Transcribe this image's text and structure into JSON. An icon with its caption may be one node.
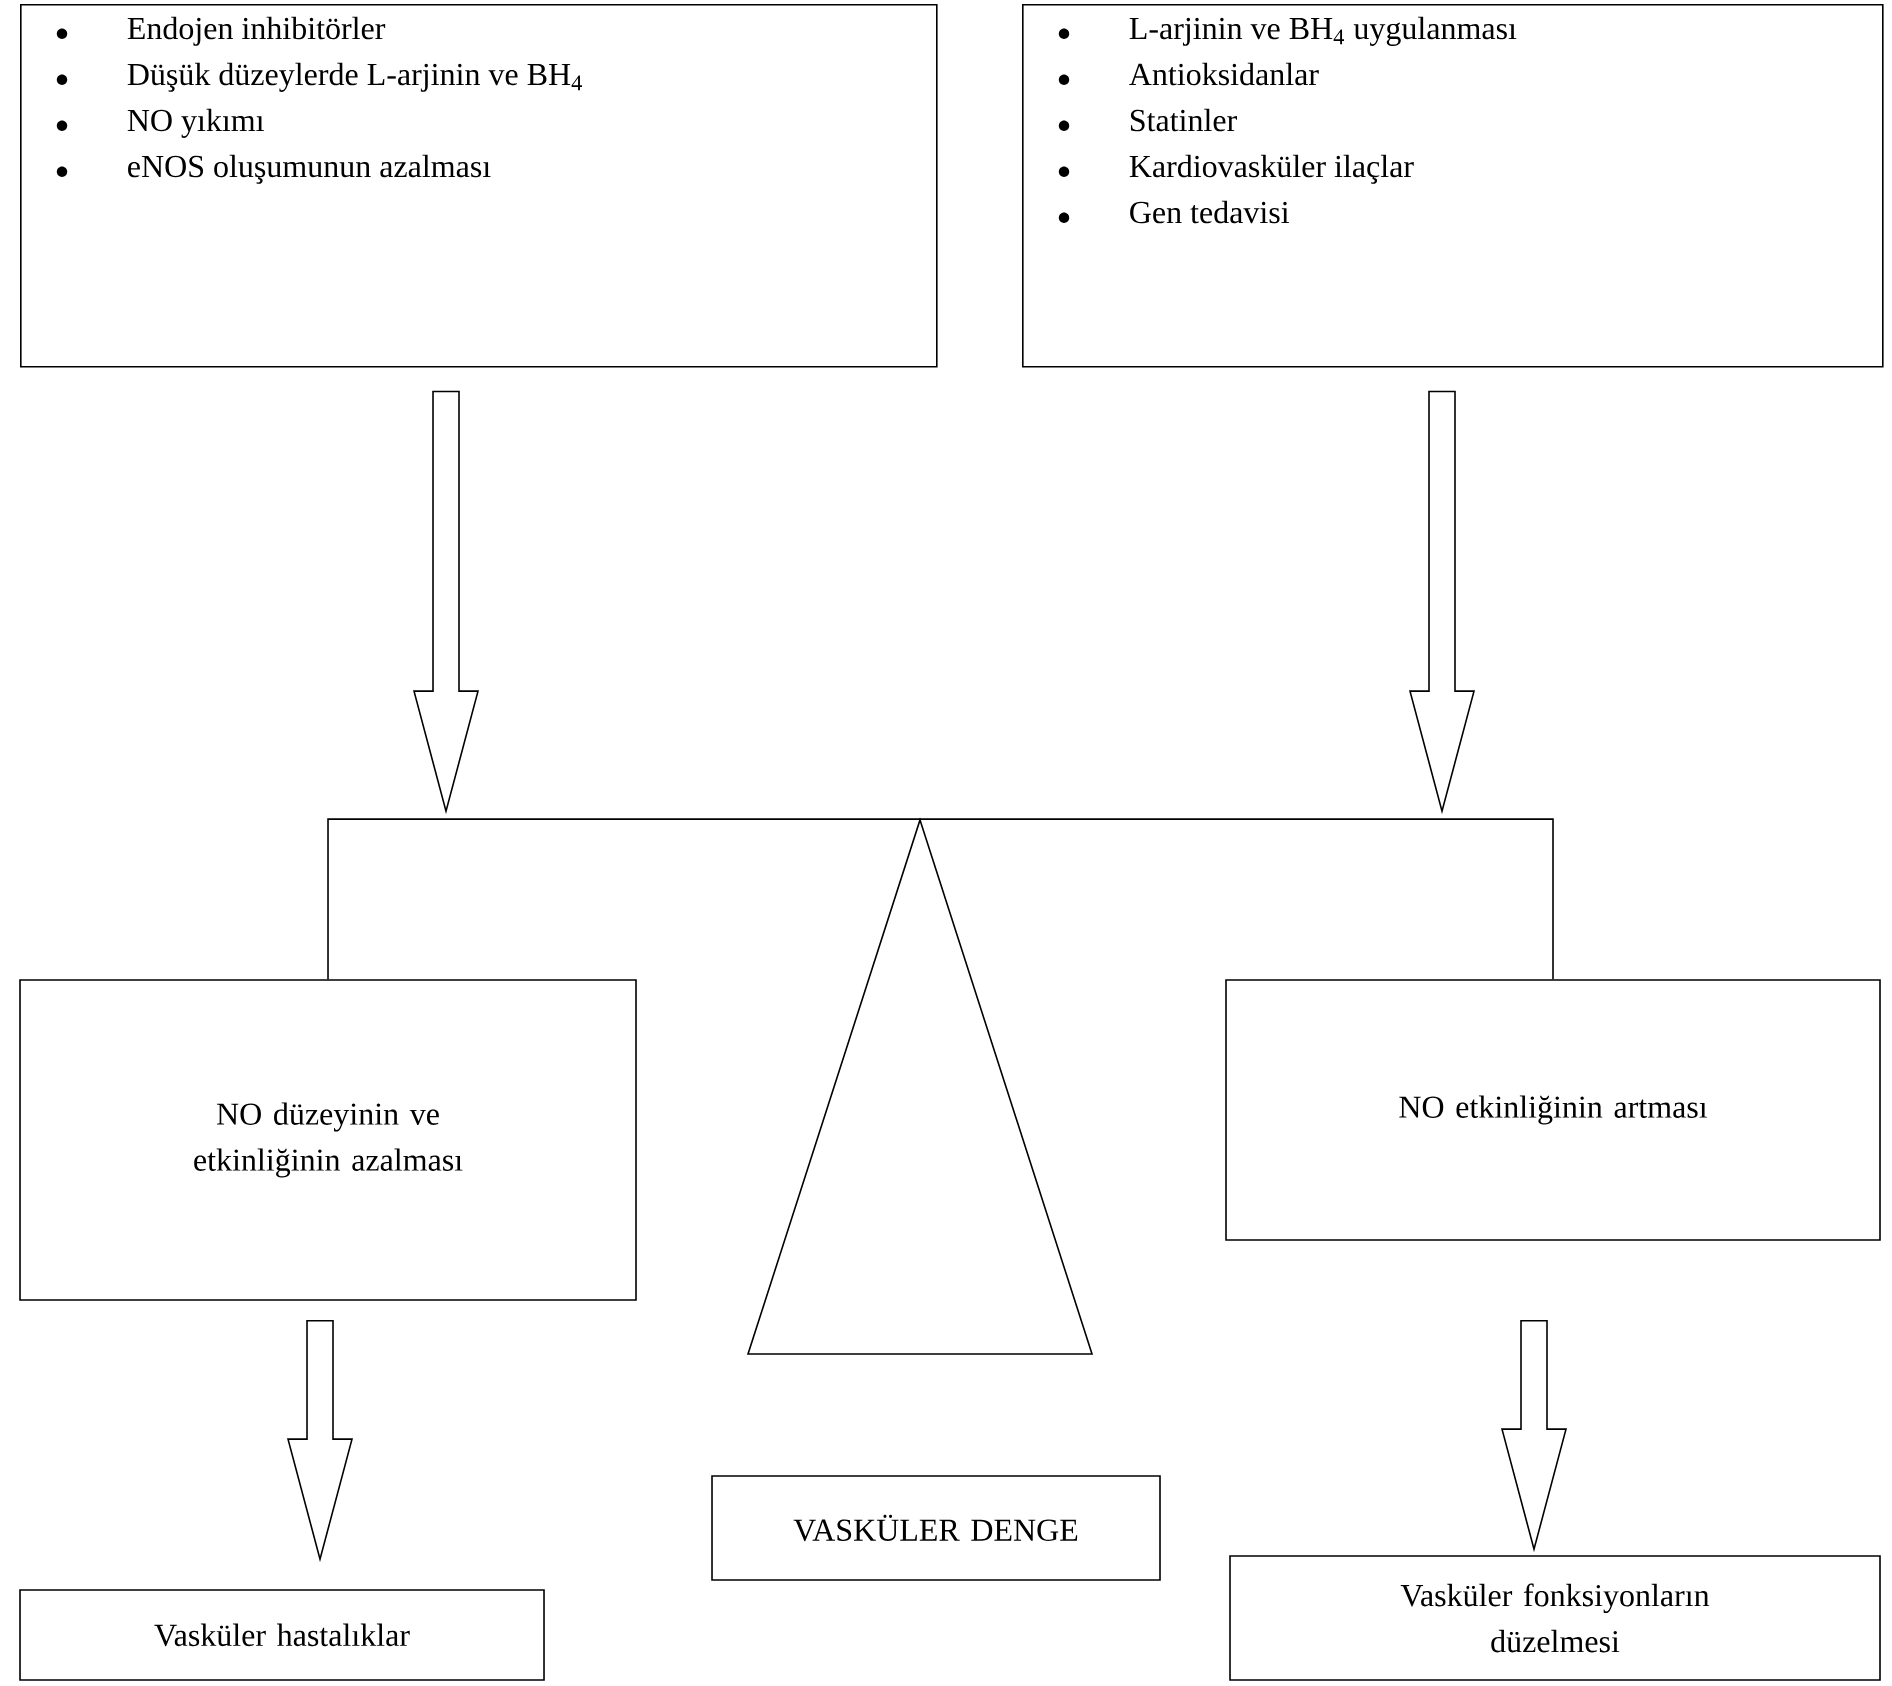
{
  "diagram": {
    "nodes": [
      {
        "text": [
          "Endojen inhibitörler",
          "Düşük düzeylerde L-arjinin ve BH$_{4}$",
          "NO yıkımı",
          "eNOS oluşumunun azalması"
        ]
      },
      {
        "text": [
          "L-arjinin ve BH$_{4}$ uygulanması",
          "Antioksidanlar",
          "Statinler",
          "Kardiovasküler ilaçlar",
          "Gen tedavisi"
        ]
      },
      {
        "text": [
          "NO düzeyinin ve etkinliğinin azalması"
        ]
      },
      {
        "text": [
          "NO etkinliğinin artması"
        ]
      },
      {
        "text": [
          "VASKÜLER DENGE"
        ]
      },
      {
        "text": [
          "Vasküler hastalıklar"
        ]
      },
      {
        "text": [
          "Vasküler fonksiyonların düzelmesi"
        ]
      },
      {
        "text": [],
        "shape": "triangle"
      }
    ],
    "edges": [
      {
        "from": 0,
        "to": 2,
        "arrow": "to"
      },
      {
        "from": 1,
        "to": 3,
        "arrow": "to"
      },
      {
        "from": 2,
        "to": 3,
        "arrow": "none"
      },
      {
        "from": 2,
        "to": 5,
        "arrow": "to"
      },
      {
        "from": 3,
        "to": 6,
        "arrow": "to"
      }
    ]
  }
}
